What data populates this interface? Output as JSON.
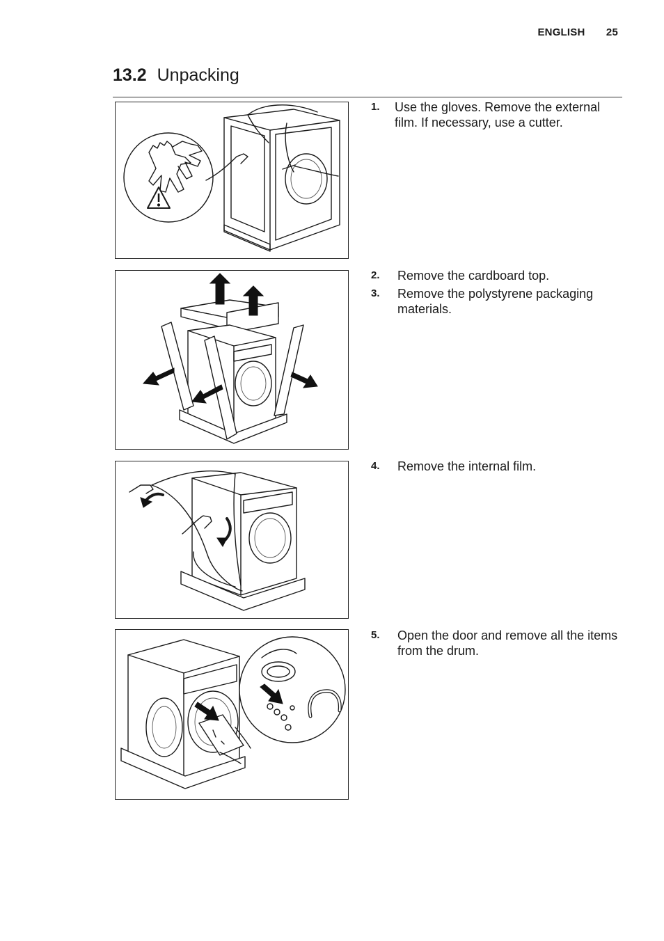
{
  "header": {
    "language": "ENGLISH",
    "page_number": "25"
  },
  "section": {
    "number": "13.2",
    "title": "Unpacking"
  },
  "steps": [
    {
      "number": "1.",
      "text": "Use the gloves. Remove the external film. If necessary, use a cutter."
    },
    {
      "number": "2.",
      "text": "Remove the cardboard top."
    },
    {
      "number": "3.",
      "text": "Remove the polystyrene packaging materials."
    },
    {
      "number": "4.",
      "text": "Remove the internal film."
    },
    {
      "number": "5.",
      "text": "Open the door and remove all the items from the drum."
    }
  ]
}
